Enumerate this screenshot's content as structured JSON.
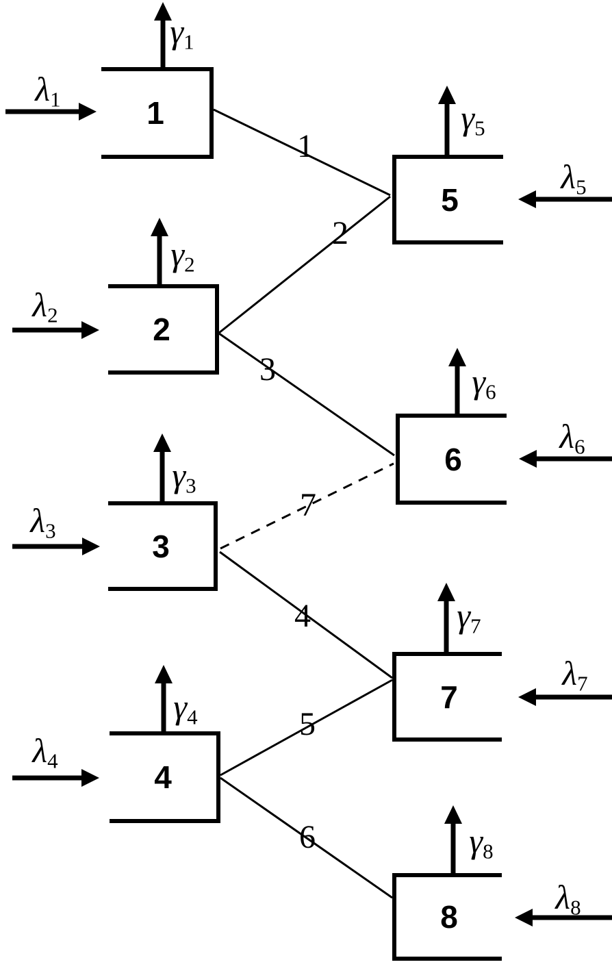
{
  "diagram": {
    "background": "#ffffff",
    "ink": "#000000",
    "units": [
      {
        "number": "1",
        "input_symbol": "λ",
        "input_sub": "1",
        "output_symbol": "γ",
        "output_sub": "1"
      },
      {
        "number": "2",
        "input_symbol": "λ",
        "input_sub": "2",
        "output_symbol": "γ",
        "output_sub": "2"
      },
      {
        "number": "3",
        "input_symbol": "λ",
        "input_sub": "3",
        "output_symbol": "γ",
        "output_sub": "3"
      },
      {
        "number": "4",
        "input_symbol": "λ",
        "input_sub": "4",
        "output_symbol": "γ",
        "output_sub": "4"
      },
      {
        "number": "5",
        "input_symbol": "λ",
        "input_sub": "5",
        "output_symbol": "γ",
        "output_sub": "5"
      },
      {
        "number": "6",
        "input_symbol": "λ",
        "input_sub": "6",
        "output_symbol": "γ",
        "output_sub": "6"
      },
      {
        "number": "7",
        "input_symbol": "λ",
        "input_sub": "7",
        "output_symbol": "γ",
        "output_sub": "7"
      },
      {
        "number": "8",
        "input_symbol": "λ",
        "input_sub": "8",
        "output_symbol": "γ",
        "output_sub": "8"
      }
    ],
    "connections": [
      {
        "label": "1",
        "from": "1",
        "to": "5",
        "style": "solid"
      },
      {
        "label": "2",
        "from": "2",
        "to": "5",
        "style": "solid"
      },
      {
        "label": "3",
        "from": "2",
        "to": "6",
        "style": "solid"
      },
      {
        "label": "4",
        "from": "3",
        "to": "7",
        "style": "solid"
      },
      {
        "label": "5",
        "from": "4",
        "to": "7",
        "style": "solid"
      },
      {
        "label": "6",
        "from": "4",
        "to": "8",
        "style": "solid"
      },
      {
        "label": "7",
        "from": "3",
        "to": "6",
        "style": "dashed"
      }
    ]
  }
}
